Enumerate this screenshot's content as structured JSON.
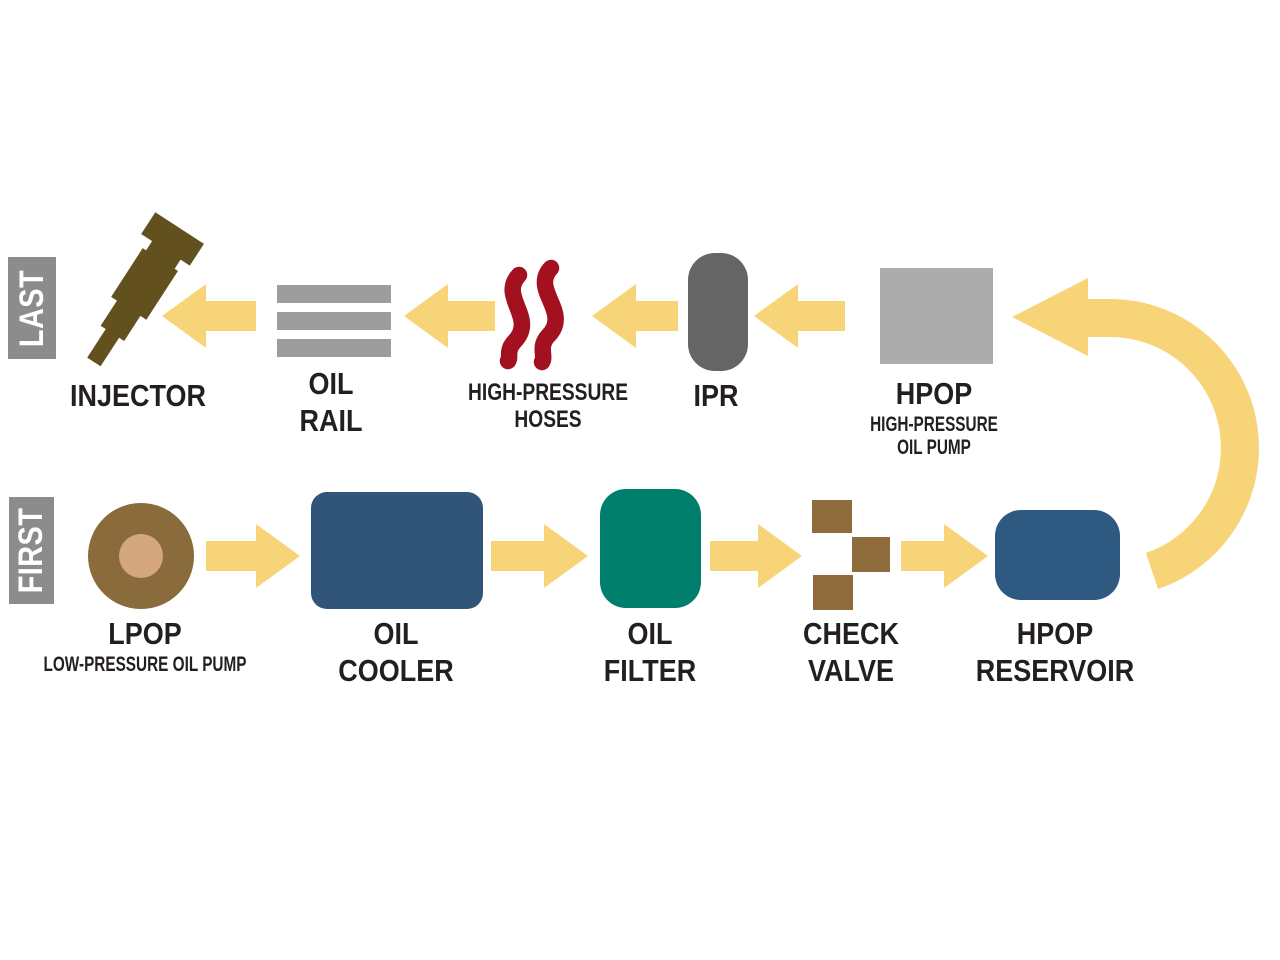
{
  "title_visible": "",
  "colors": {
    "background": "#ffffff",
    "arrow": "#f8d478",
    "injector": "#62511f",
    "oil_rail": "#9d9d9d",
    "hose": "#a31120",
    "ipr": "#656565",
    "hpop": "#acacac",
    "lpop_outer": "#8a6b3c",
    "lpop_inner": "#d3a67e",
    "oil_cooler": "#305578",
    "oil_filter": "#007e6c",
    "check_valve": "#906c3d",
    "reservoir": "#2e5980",
    "tag_bg": "#8c8c8c",
    "tag_text": "#ffffff",
    "label_text": "#231f20"
  },
  "rows": [
    {
      "tag": "LAST",
      "direction": "right-to-left",
      "items": [
        {
          "id": "injector",
          "icon": "injector-icon",
          "label_lines": [
            "INJECTOR"
          ]
        },
        {
          "id": "oil-rail",
          "icon": "oil-rail-icon",
          "label_lines": [
            "OIL",
            "RAIL"
          ]
        },
        {
          "id": "high-pressure-hoses",
          "icon": "hoses-icon",
          "label_lines": [
            "HIGH-PRESSURE",
            "HOSES"
          ]
        },
        {
          "id": "ipr",
          "icon": "ipr-valve-icon",
          "label_lines": [
            "IPR"
          ]
        },
        {
          "id": "hpop",
          "icon": "hpop-pump-icon",
          "label_lines": [
            "HPOP"
          ],
          "sublabel_lines": [
            "HIGH-PRESSURE",
            "OIL PUMP"
          ]
        }
      ]
    },
    {
      "tag": "FIRST",
      "direction": "left-to-right",
      "items": [
        {
          "id": "lpop",
          "icon": "lpop-pump-icon",
          "label_lines": [
            "LPOP"
          ],
          "sublabel_lines": [
            "LOW-PRESSURE OIL PUMP"
          ]
        },
        {
          "id": "oil-cooler",
          "icon": "oil-cooler-icon",
          "label_lines": [
            "OIL",
            "COOLER"
          ]
        },
        {
          "id": "oil-filter",
          "icon": "oil-filter-icon",
          "label_lines": [
            "OIL",
            "FILTER"
          ]
        },
        {
          "id": "check-valve",
          "icon": "check-valve-icon",
          "label_lines": [
            "CHECK",
            "VALVE"
          ]
        },
        {
          "id": "hpop-reservoir",
          "icon": "hpop-reservoir-icon",
          "label_lines": [
            "HPOP",
            "RESERVOIR"
          ]
        }
      ]
    }
  ]
}
